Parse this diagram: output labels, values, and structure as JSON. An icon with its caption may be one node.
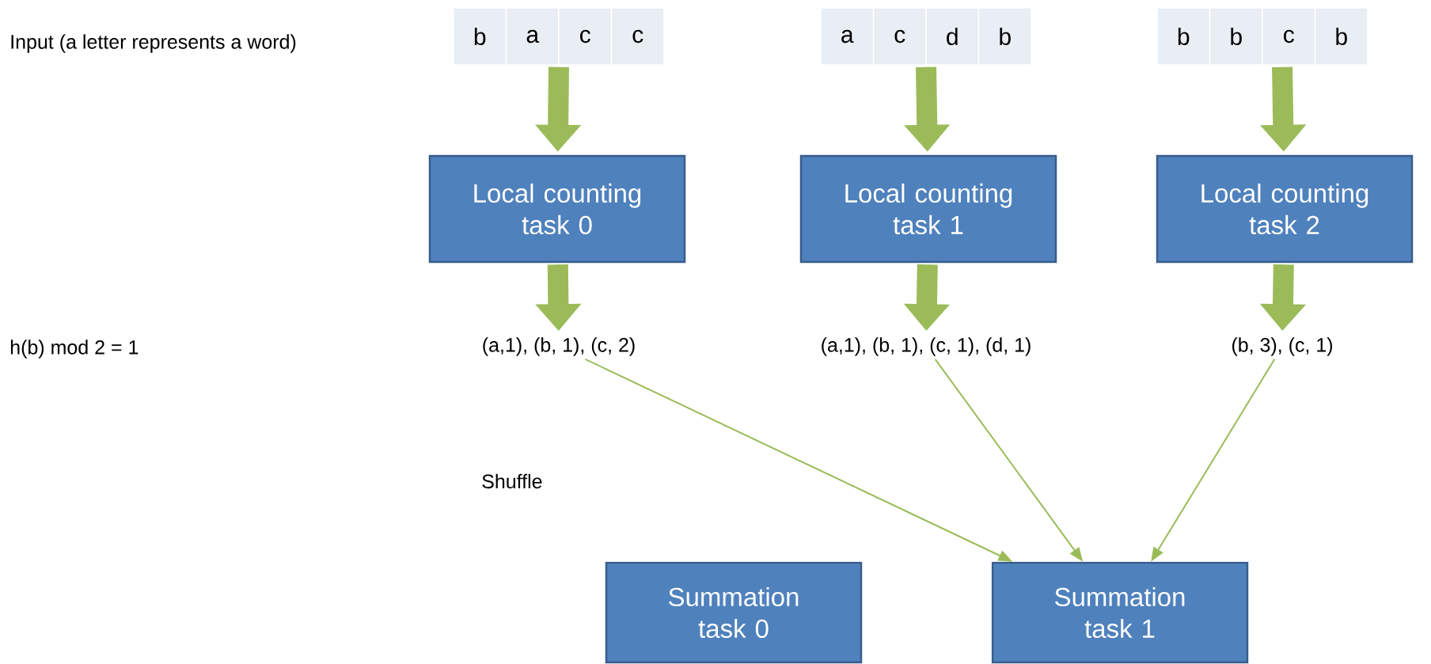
{
  "diagram": {
    "nodes": [
      {
        "text": [
          "b"
        ]
      },
      {
        "text": [
          "a"
        ]
      },
      {
        "text": [
          "c"
        ]
      },
      {
        "text": [
          "c"
        ]
      },
      {
        "text": [
          "a"
        ]
      },
      {
        "text": [
          "c"
        ]
      },
      {
        "text": [
          "d"
        ]
      },
      {
        "text": [
          "b"
        ]
      },
      {
        "text": [
          "b"
        ]
      },
      {
        "text": [
          "b"
        ]
      },
      {
        "text": [
          "c"
        ]
      },
      {
        "text": [
          "b"
        ]
      },
      {
        "text": [
          "Local counting task 0"
        ]
      },
      {
        "text": [
          "Local counting task 1"
        ]
      },
      {
        "text": [
          "Local counting task 2"
        ]
      },
      {
        "text": [
          "(a,1), (b, 1), (c, 2)"
        ]
      },
      {
        "text": [
          "(a,1), (b, 1), (c, 1), (d, 1)"
        ]
      },
      {
        "text": [
          "(b, 3), (c, 1)"
        ]
      },
      {
        "text": [
          "Summation task 0"
        ]
      },
      {
        "text": [
          "Summation task 1"
        ]
      }
    ],
    "edges": [
      {
        "from": 1,
        "to": 12,
        "arrow": "to"
      },
      {
        "from": 5,
        "to": 13,
        "arrow": "to"
      },
      {
        "from": 10,
        "to": 14,
        "arrow": "to"
      },
      {
        "from": 12,
        "to": 15,
        "arrow": "to"
      },
      {
        "from": 13,
        "to": 16,
        "arrow": "to"
      },
      {
        "from": 14,
        "to": 17,
        "arrow": "to"
      },
      {
        "from": 15,
        "to": 19,
        "arrow": "to"
      },
      {
        "from": 16,
        "to": 19,
        "arrow": "to"
      },
      {
        "from": 17,
        "to": 19,
        "arrow": "to"
      }
    ],
    "labels": [
      "Input (a letter represents a word)",
      "h(b) mod 2 = 1",
      "Shuffle"
    ]
  }
}
